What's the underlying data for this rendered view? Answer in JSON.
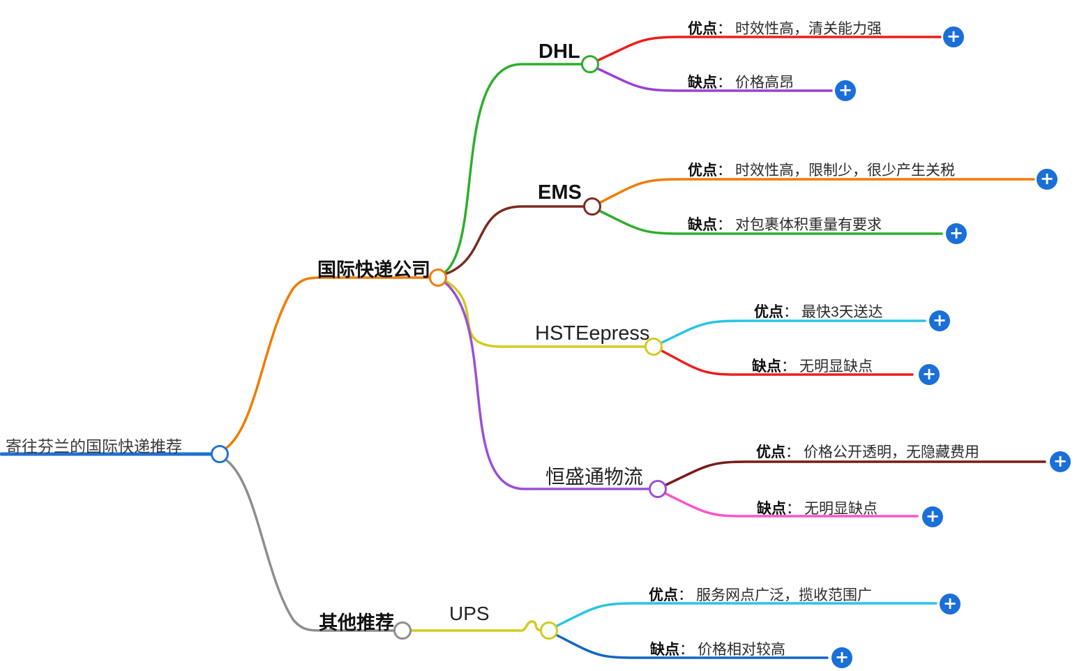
{
  "ui": {
    "colon": "：",
    "plus_glyph": "+"
  },
  "root": {
    "label": "寄往芬兰的国际快递推荐"
  },
  "branches": [
    {
      "label": "国际快递公司",
      "children": [
        {
          "label": "DHL",
          "pros_title": "优点",
          "pros": "时效性高，清关能力强",
          "cons_title": "缺点",
          "cons": "价格高昂"
        },
        {
          "label": "EMS",
          "pros_title": "优点",
          "pros": "时效性高，限制少，很少产生关税",
          "cons_title": "缺点",
          "cons": "对包裹体积重量有要求"
        },
        {
          "label": "HSTEepress",
          "pros_title": "优点",
          "pros": "最快3天送达",
          "cons_title": "缺点",
          "cons": "无明显缺点"
        },
        {
          "label": "恒盛通物流",
          "pros_title": "优点",
          "pros": "价格公开透明，无隐藏费用",
          "cons_title": "缺点",
          "cons": "无明显缺点"
        }
      ]
    },
    {
      "label": "其他推荐",
      "children": [
        {
          "label": "UPS",
          "pros_title": "优点",
          "pros": "服务网点广泛，揽收范围广",
          "cons_title": "缺点",
          "cons": "价格相对较高"
        }
      ]
    }
  ],
  "colors": {
    "root_blue": "#1f72d4",
    "orange": "#f07c00",
    "gray": "#8e8e8e",
    "green": "#2cae2c",
    "maroon": "#7b2b22",
    "yellow": "#d2cb1e",
    "purple": "#9a4fd6",
    "red": "#ec1d1d",
    "violet": "#9a3fd6",
    "cyan": "#29c4e4",
    "dark_red": "#7b1a1a",
    "pink": "#f956c8",
    "blue": "#1266c0",
    "plus_blue": "#1a6fd8"
  }
}
